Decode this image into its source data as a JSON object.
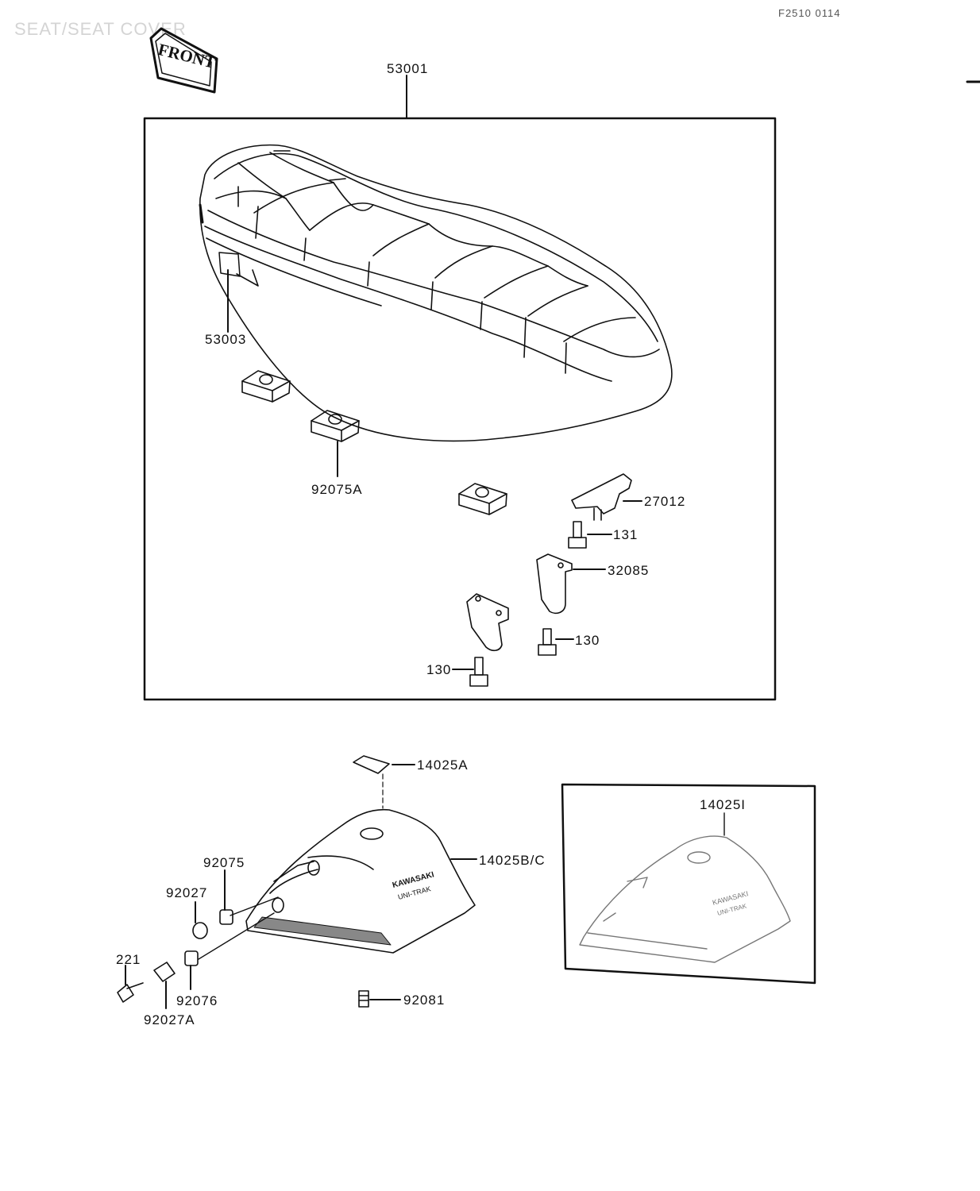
{
  "header": {
    "title": "SEAT/SEAT COVER",
    "figure_code": "F2510 0114",
    "front_marker": "FRONT"
  },
  "parts": {
    "seat_assy": "53001",
    "seat_cover": "53003",
    "damper_rubber": "92075A",
    "hook_bracket": "27012",
    "bolt_131": "131",
    "bracket": "32085",
    "bolt_130_right": "130",
    "bolt_130_left": "130",
    "emblem": "14025A",
    "tail_cover": "14025B/C",
    "tail_cover_alt": "14025I",
    "damper_92075": "92075",
    "collar_92027": "92027",
    "screw_221": "221",
    "damper_92076": "92076",
    "collar_92027a": "92027A",
    "clip_92081": "92081"
  },
  "colors": {
    "ink": "#111111",
    "faint": "#d4d4d4"
  }
}
